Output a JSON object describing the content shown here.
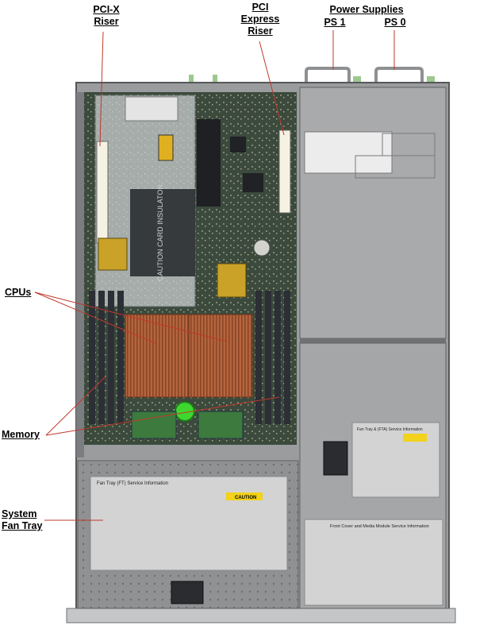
{
  "labels": {
    "pcix_line1": "PCI-X",
    "pcix_line2": "Riser",
    "pcie_line1": "PCI",
    "pcie_line2": "Express",
    "pcie_line3": "Riser",
    "power_supplies": "Power Supplies",
    "ps1": "PS 1",
    "ps0": "PS 0",
    "cpus": "CPUs",
    "memory": "Memory",
    "fan_line1": "System",
    "fan_line2": "Fan Tray"
  },
  "decals": {
    "fan_tray_card_title": "Fan Tray (FT) Service Information",
    "fan_module_card_title": "Fan Tray & (FTA) Service Information",
    "front_cover_card_title": "Front Cover and Media Module Service Information",
    "caution": "CAUTION",
    "cpu_insulator": "CAUTION CARD INSULATOR"
  },
  "colors": {
    "chassis": "#9a9c9e",
    "chassis_dark": "#6f7173",
    "board": "#3b4a3c",
    "heatsink": "#b5653f",
    "dimm": "#2c2f35",
    "clip_green": "#3fd630",
    "decal": "#d3d3d3",
    "caution_yellow": "#f2d21a",
    "leader_red": "#c0392b"
  }
}
